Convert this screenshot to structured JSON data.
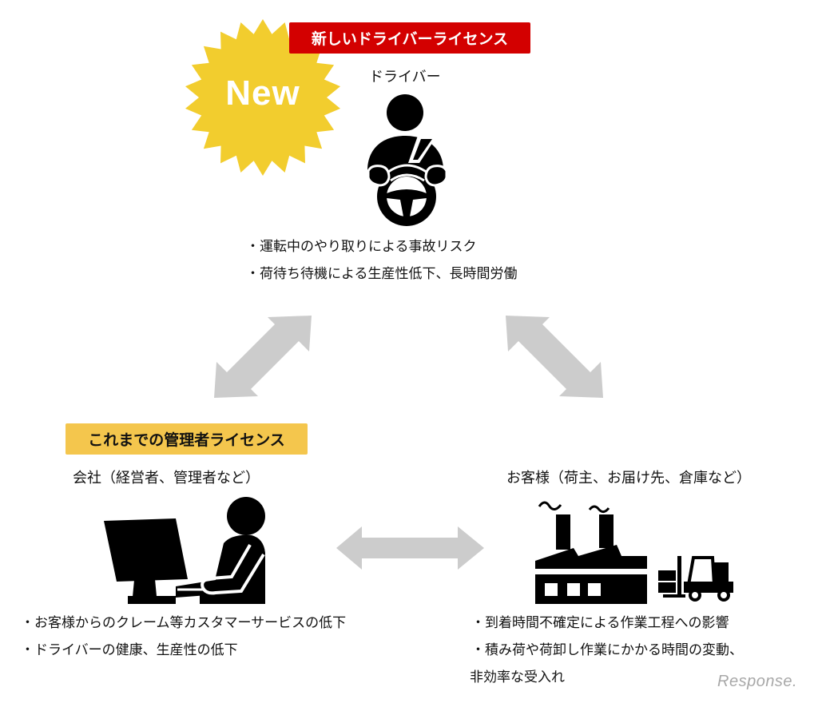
{
  "badge": {
    "text": "New",
    "icon": "starburst-icon",
    "color": "#f2cd2e"
  },
  "new_license": {
    "label": "新しいドライバーライセンス",
    "color": "#d30000"
  },
  "old_license": {
    "label": "これまでの管理者ライセンス",
    "color": "#f4c64d"
  },
  "driver": {
    "title": "ドライバー",
    "icon": "driver-steering-wheel-icon",
    "issues": [
      "・運転中のやり取りによる事故リスク",
      "・荷待ち待機による生産性低下、長時間労働"
    ]
  },
  "company": {
    "title": "会社（経営者、管理者など）",
    "icon": "office-worker-computer-icon",
    "issues": [
      "・お客様からのクレーム等カスタマーサービスの低下",
      "・ドライバーの健康、生産性の低下"
    ]
  },
  "customer": {
    "title": "お客様（荷主、お届け先、倉庫など）",
    "icons": [
      "factory-icon",
      "forklift-icon"
    ],
    "issues": [
      "・到着時間不確定による作業工程への影響",
      "・積み荷や荷卸し作業にかかる時間の変動、",
      "非効率な受入れ"
    ]
  },
  "connectors": {
    "color": "#cccccc",
    "links": [
      {
        "from": "driver",
        "to": "company",
        "type": "bidirectional"
      },
      {
        "from": "driver",
        "to": "customer",
        "type": "bidirectional"
      },
      {
        "from": "company",
        "to": "customer",
        "type": "bidirectional"
      }
    ]
  },
  "watermark": {
    "text": "Response.",
    "color": "#a8a8a8"
  }
}
